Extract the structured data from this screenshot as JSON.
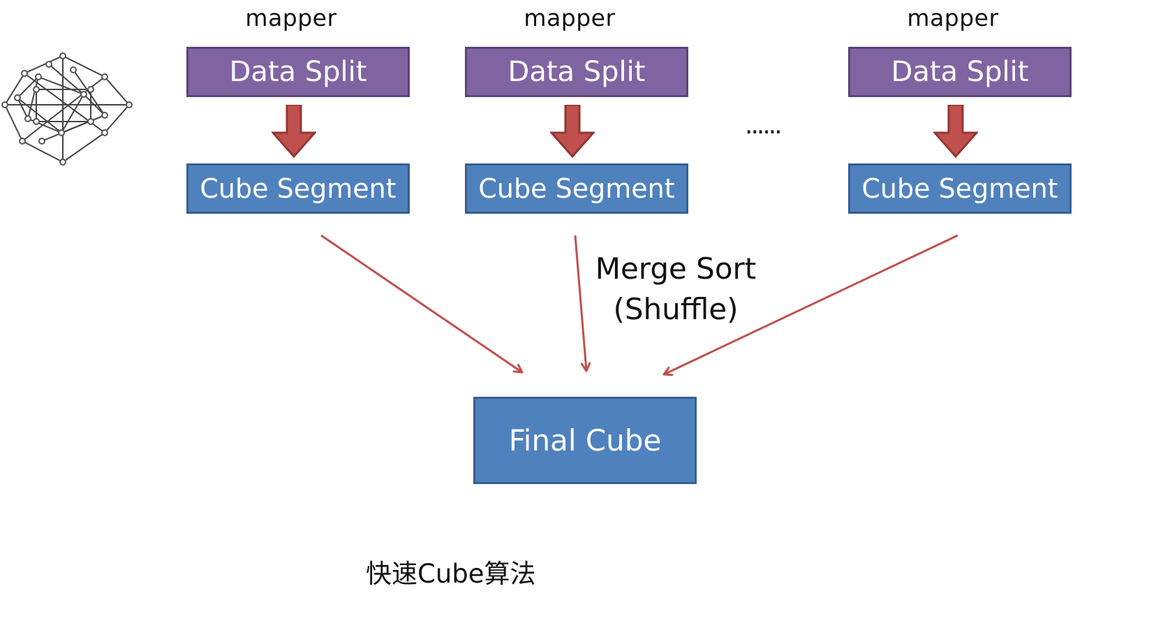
{
  "diagram": {
    "mappers": [
      {
        "title": "mapper",
        "split_label": "Data Split",
        "segment_label": "Cube Segment"
      },
      {
        "title": "mapper",
        "split_label": "Data Split",
        "segment_label": "Cube Segment"
      },
      {
        "title": "mapper",
        "split_label": "Data Split",
        "segment_label": "Cube Segment"
      }
    ],
    "ellipsis": "......",
    "merge_sort_label": "Merge Sort",
    "shuffle_label": "(Shuffle)",
    "final_label": "Final Cube",
    "caption": "快速Cube算法",
    "colors": {
      "split_fill": "#8064a2",
      "split_border": "#5b4476",
      "segment_fill": "#4f81bd",
      "segment_border": "#365f91",
      "arrow_red": "#c0504d",
      "arrow_red_dark": "#943634",
      "line_red": "#c0504d",
      "text_dark": "#111111"
    },
    "icons": {
      "left_graphic": "cube-lattice-icon",
      "down_arrow": "down-arrow-icon",
      "merge_arrow": "merge-arrow-icon"
    }
  }
}
